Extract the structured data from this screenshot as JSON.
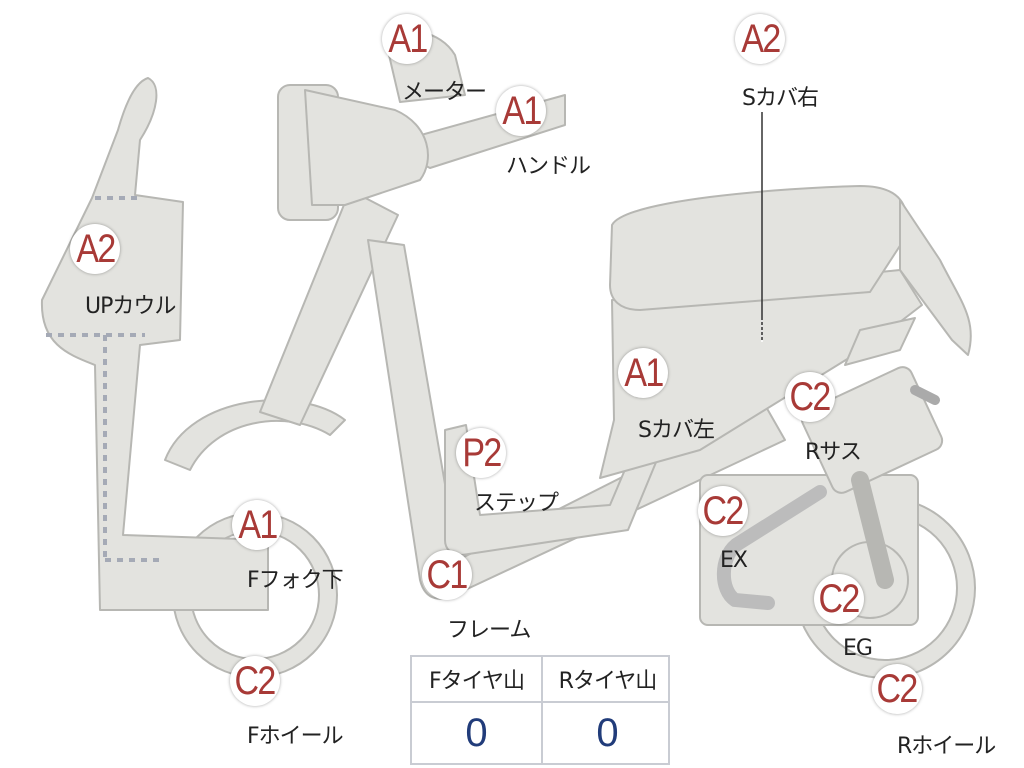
{
  "parts": {
    "meter": {
      "grade": "A1",
      "label": "メーター"
    },
    "handle": {
      "grade": "A1",
      "label": "ハンドル"
    },
    "side_cover_r": {
      "grade": "A2",
      "label": "Sカバ右"
    },
    "upper_cowl": {
      "grade": "A2",
      "label": "UPカウル"
    },
    "side_cover_l": {
      "grade": "A1",
      "label": "Sカバ左"
    },
    "rear_sus": {
      "grade": "C2",
      "label": "Rサス"
    },
    "step": {
      "grade": "P2",
      "label": "ステップ"
    },
    "exhaust": {
      "grade": "C2",
      "label": "EX"
    },
    "front_fork": {
      "grade": "A1",
      "label": "Fフォク下"
    },
    "frame": {
      "grade": "C1",
      "label": "フレーム"
    },
    "engine": {
      "grade": "C2",
      "label": "EG"
    },
    "front_wheel": {
      "grade": "C2",
      "label": "Fホイール"
    },
    "rear_wheel": {
      "grade": "C2",
      "label": "Rホイール"
    }
  },
  "tire_table": {
    "front_header": "Fタイヤ山",
    "rear_header": "Rタイヤ山",
    "front_value": "0",
    "rear_value": "0"
  },
  "colors": {
    "body_fill": "#e3e3df",
    "body_stroke": "#b7b7b3",
    "grade_text": "#a83a37",
    "tire_value": "#213c7a"
  }
}
